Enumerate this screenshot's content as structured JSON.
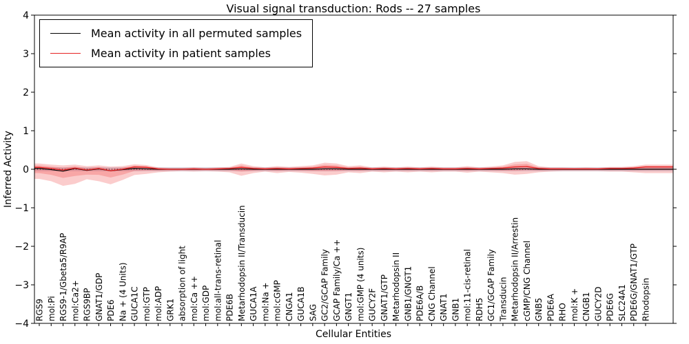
{
  "figure": {
    "title": "Visual signal transduction: Rods -- 27 samples",
    "xlabel": "Cellular Entities",
    "ylabel": "Inferred Activity"
  },
  "legend": {
    "entries": [
      {
        "label": "Mean activity in all permuted samples",
        "color": "#000000"
      },
      {
        "label": "Mean activity in patient samples",
        "color": "#e62020"
      }
    ]
  },
  "chart_data": {
    "type": "line",
    "title": "Visual signal transduction: Rods -- 27 samples",
    "xlabel": "Cellular Entities",
    "ylabel": "Inferred Activity",
    "ylim": [
      -4,
      4
    ],
    "yticks": [
      -4,
      -3,
      -2,
      -1,
      0,
      1,
      2,
      3,
      4
    ],
    "grid": false,
    "legend_position": "upper left",
    "categories": [
      "RGS9",
      "mol:Pi",
      "RGS9-1/Gbeta5/R9AP",
      "mol:Ca2+",
      "RGS9BP",
      "GNAT1/GDP",
      "PDE6",
      "Na + (4 Units)",
      "GUCA1C",
      "mol:GTP",
      "mol:ADP",
      "GRK1",
      "absorption of light",
      "mol:Ca ++",
      "mol:GDP",
      "mol:all-trans-retinal",
      "PDE6B",
      "Metarhodopsin II/Transducin",
      "GUCA1A",
      "mol:Na +",
      "mol:cGMP",
      "CNGA1",
      "GUCA1B",
      "SAG",
      "GC2/GCAP Family",
      "GCAP Family/Ca ++",
      "GNGT1",
      "mol:GMP (4 units)",
      "GUCY2F",
      "GNAT1/GTP",
      "Metarhodopsin II",
      "GNB1/GNGT1",
      "PDE6A/B",
      "CNG Channel",
      "GNAT1",
      "GNB1",
      "mol:11-cis-retinal",
      "RDH5",
      "GC1/GCAP Family",
      "Transducin",
      "Metarhodopsin II/Arrestin",
      "cGMP/CNG Channel",
      "GNB5",
      "PDE6A",
      "RHO",
      "mol:K +",
      "CNGB1",
      "GUCY2D",
      "PDE6G",
      "SLC24A1",
      "PDE6G/GNAT1/GTP",
      "Rhodopsin"
    ],
    "series": [
      {
        "name": "Mean activity in all permuted samples",
        "color": "#000000",
        "values": [
          0.02,
          -0.01,
          -0.05,
          0.02,
          -0.03,
          0.01,
          -0.04,
          -0.01,
          0.02,
          0.01,
          0.0,
          0.0,
          0.0,
          0.0,
          0.0,
          0.0,
          0.0,
          0.01,
          0.0,
          0.0,
          0.0,
          0.0,
          0.0,
          0.0,
          0.01,
          0.01,
          0.0,
          0.0,
          0.0,
          0.0,
          0.0,
          0.0,
          0.0,
          0.0,
          0.0,
          0.0,
          0.0,
          0.0,
          0.0,
          0.0,
          0.01,
          0.01,
          0.0,
          0.0,
          0.0,
          0.0,
          0.0,
          0.0,
          0.0,
          0.0,
          0.0,
          0.0
        ]
      },
      {
        "name": "Mean activity in patient samples",
        "color": "#e62020",
        "values": [
          0.05,
          0.02,
          -0.02,
          0.03,
          -0.02,
          0.02,
          -0.04,
          0.0,
          0.06,
          0.05,
          0.01,
          0.0,
          0.0,
          0.01,
          0.0,
          0.01,
          0.02,
          0.05,
          0.02,
          0.01,
          0.02,
          0.01,
          0.02,
          0.03,
          0.06,
          0.05,
          0.02,
          0.03,
          0.01,
          0.02,
          0.01,
          0.02,
          0.01,
          0.02,
          0.01,
          0.01,
          0.02,
          0.01,
          0.02,
          0.03,
          0.06,
          0.07,
          0.02,
          0.01,
          0.01,
          0.01,
          0.01,
          0.01,
          0.02,
          0.02,
          0.03,
          0.06
        ]
      }
    ],
    "patient_band": {
      "color": "#ee3333",
      "opacity": 0.25,
      "upper": [
        0.15,
        0.12,
        0.1,
        0.12,
        0.08,
        0.1,
        0.07,
        0.08,
        0.13,
        0.11,
        0.05,
        0.04,
        0.04,
        0.05,
        0.04,
        0.05,
        0.06,
        0.15,
        0.08,
        0.05,
        0.08,
        0.06,
        0.08,
        0.1,
        0.17,
        0.15,
        0.08,
        0.1,
        0.05,
        0.07,
        0.05,
        0.07,
        0.05,
        0.07,
        0.05,
        0.05,
        0.08,
        0.05,
        0.07,
        0.1,
        0.19,
        0.21,
        0.08,
        0.05,
        0.05,
        0.04,
        0.05,
        0.04,
        0.06,
        0.06,
        0.08,
        0.12
      ],
      "lower": [
        -0.25,
        -0.31,
        -0.43,
        -0.38,
        -0.26,
        -0.31,
        -0.39,
        -0.28,
        -0.15,
        -0.12,
        -0.08,
        -0.06,
        -0.05,
        -0.06,
        -0.05,
        -0.06,
        -0.08,
        -0.17,
        -0.1,
        -0.06,
        -0.1,
        -0.07,
        -0.09,
        -0.12,
        -0.16,
        -0.14,
        -0.08,
        -0.1,
        -0.06,
        -0.08,
        -0.06,
        -0.08,
        -0.06,
        -0.08,
        -0.06,
        -0.06,
        -0.09,
        -0.06,
        -0.08,
        -0.1,
        -0.14,
        -0.12,
        -0.08,
        -0.06,
        -0.05,
        -0.05,
        -0.05,
        -0.05,
        -0.06,
        -0.06,
        -0.08,
        -0.1
      ]
    },
    "permuted_band": {
      "color": "#a8bcd4",
      "opacity": 0.5,
      "upper": 0.05,
      "lower": -0.05
    },
    "zero_line": {
      "y": 0,
      "style": "dotted",
      "color": "#222222"
    }
  }
}
